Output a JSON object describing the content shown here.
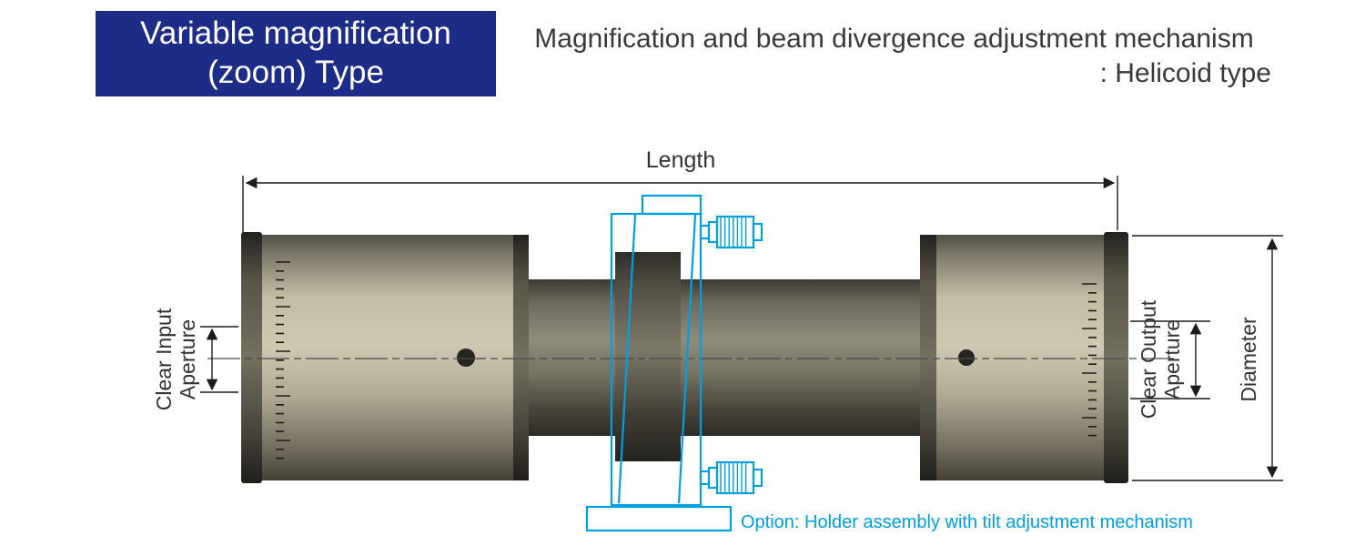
{
  "title_box": {
    "line1": "Variable magnification",
    "line2": "(zoom) Type"
  },
  "heading": {
    "line1": "Magnification and beam divergence adjustment mechanism",
    "line2": ": Helicoid type"
  },
  "diagram": {
    "labels": {
      "length": "Length",
      "clear_input_line1": "Clear Input",
      "clear_input_line2": "Aperture",
      "clear_output_line1": "Clear Output",
      "clear_output_line2": "Aperture",
      "diameter": "Diameter",
      "option_note": "Option: Holder assembly with tilt adjustment mechanism"
    },
    "colors": {
      "navy": "#1d2d87",
      "accent_cyan": "#00a0e0",
      "barrel_tan": "#c6bfa9",
      "tube_dark": "#55534a"
    }
  }
}
